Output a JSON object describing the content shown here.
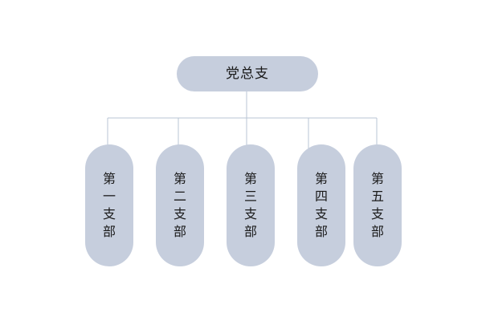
{
  "diagram": {
    "type": "organization-chart",
    "orientation": "top-down",
    "colors": {
      "node_fill": "#c6cedd",
      "connector": "#b8c4d4",
      "text": "#1a1a1a",
      "background": "#ffffff"
    },
    "root": {
      "label": "党总支",
      "text_direction": "horizontal"
    },
    "children": [
      {
        "label": "第一支部",
        "text_direction": "vertical"
      },
      {
        "label": "第二支部",
        "text_direction": "vertical"
      },
      {
        "label": "第三支部",
        "text_direction": "vertical"
      },
      {
        "label": "第四支部",
        "text_direction": "vertical"
      },
      {
        "label": "第五支部",
        "text_direction": "vertical"
      }
    ]
  }
}
